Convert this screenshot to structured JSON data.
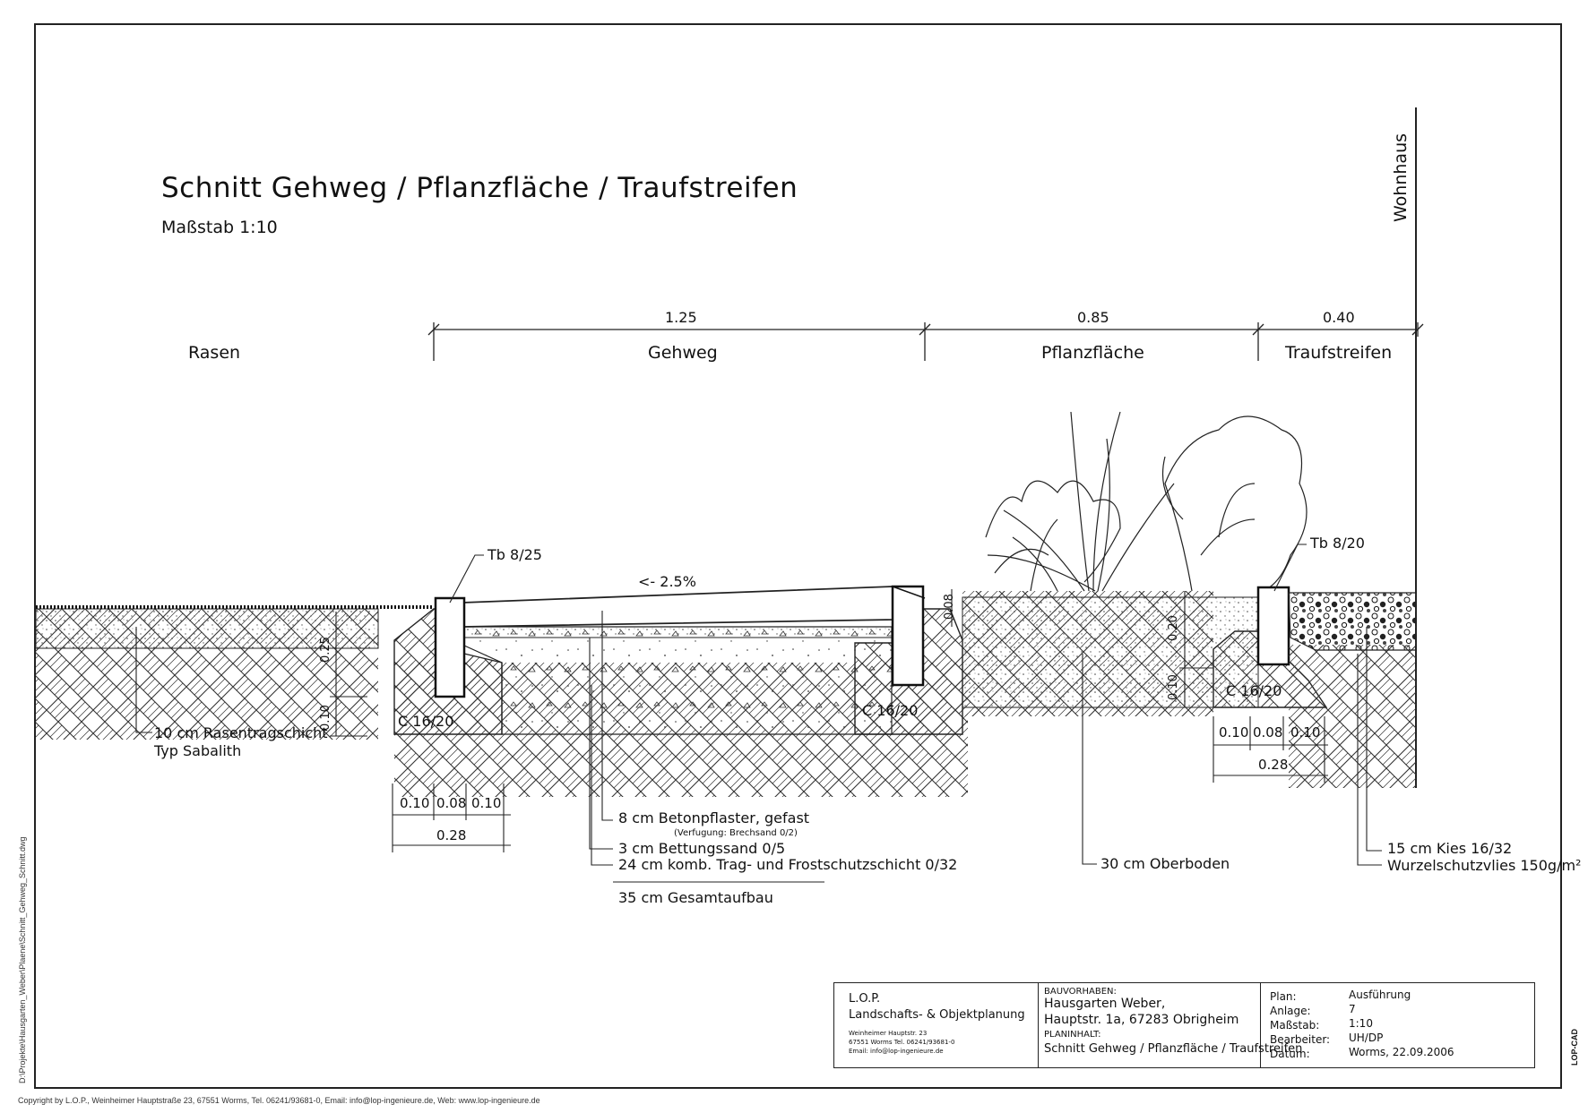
{
  "drawing": {
    "title": "Schnitt Gehweg / Pflanzfläche / Traufstreifen",
    "scale": "Maßstab 1:10",
    "house_label": "Wohnhaus",
    "zones": [
      "Rasen",
      "Gehweg",
      "Pflanzfläche",
      "Traufstreifen"
    ],
    "dims_top": [
      "1.25",
      "0.85",
      "0.40"
    ],
    "curb_left": "Tb 8/25",
    "curb_right": "Tb 8/20",
    "slope": "<- 2.5%",
    "concrete_left": "C 16/20",
    "concrete_mid": "C 16/20",
    "concrete_right": "C 16/20",
    "vdim_025": "0.25",
    "vdim_010_left": "0.10",
    "vdim_008": "0.08",
    "vdim_020": "0.20",
    "vdim_010_right": "0.10",
    "foot_dims_left": [
      "0.10",
      "0.08",
      "0.10"
    ],
    "foot_total_left": "0.28",
    "foot_dims_right": [
      "0.10",
      "0.08",
      "0.10"
    ],
    "foot_total_right": "0.28",
    "rasen_layer_1": "10 cm Rasentragschicht",
    "rasen_layer_2": "Typ Sabalith",
    "layer_pflaster": "8 cm Betonpflaster, gefast",
    "layer_pflaster_note": "(Verfugung: Brechsand 0/2)",
    "layer_sand": "3 cm Bettungssand 0/5",
    "layer_trag": "24 cm komb. Trag- und Frostschutzschicht 0/32",
    "layer_total": "35 cm Gesamtaufbau",
    "layer_oberboden": "30 cm Oberboden",
    "layer_kies": "15 cm Kies 16/32",
    "layer_vlies": "Wurzelschutzvlies 150g/m²"
  },
  "title_block": {
    "office_1": "L.O.P.",
    "office_2": "Landschafts- & Objektplanung",
    "office_addr_1": "Weinheimer Hauptstr. 23",
    "office_addr_2": "67551 Worms Tel. 06241/93681-0",
    "office_addr_3": "Email: info@lop-ingenieure.de",
    "project_label": "BAUVORHABEN:",
    "project_1": "Hausgarten Weber,",
    "project_2": "Hauptstr. 1a, 67283 Obrigheim",
    "content_label": "PLANINHALT:",
    "content": "Schnitt Gehweg / Pflanzfläche / Traufstreifen",
    "k_plan": "Plan:",
    "v_plan": "Ausführung",
    "k_anlage": "Anlage:",
    "v_anlage": "7",
    "k_massstab": "Maßstab:",
    "v_massstab": "1:10",
    "k_bearbeiter": "Bearbeiter:",
    "v_bearbeiter": "UH/DP",
    "k_datum": "Datum:",
    "v_datum": "Worms, 22.09.2006"
  },
  "margin": {
    "copyright": "Copyright by L.O.P., Weinheimer Hauptstraße 23, 67551 Worms, Tel. 06241/93681-0, Email: info@lop-ingenieure.de, Web: www.lop-ingenieure.de",
    "cad_tag": "LOP-CAD",
    "path": "D:\\Projekte\\Hausgarten_Weber\\Plaene\\Schnitt_Gehweg_Schnitt.dwg"
  }
}
